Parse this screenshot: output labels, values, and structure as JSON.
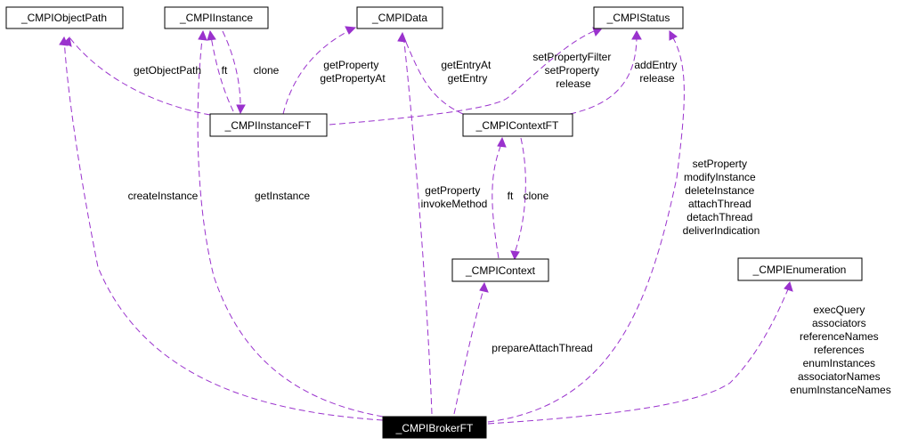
{
  "colors": {
    "edge": "#9a32cd",
    "node_border": "#000000",
    "root_fill": "#000000",
    "root_text": "#ffffff"
  },
  "nodes": {
    "objectpath": "_CMPIObjectPath",
    "instance": "_CMPIInstance",
    "data": "_CMPIData",
    "status": "_CMPIStatus",
    "instanceft": "_CMPIInstanceFT",
    "contextft": "_CMPIContextFT",
    "context": "_CMPIContext",
    "enumeration": "_CMPIEnumeration",
    "brokerft": "_CMPIBrokerFT"
  },
  "edges": {
    "getobjectpath": [
      "getObjectPath"
    ],
    "ft_instance": [
      "ft"
    ],
    "clone_instance": [
      "clone"
    ],
    "getproperty_data": [
      "getProperty",
      "getPropertyAt"
    ],
    "getentry_data": [
      "getEntryAt",
      "getEntry"
    ],
    "setproperty_status": [
      "setPropertyFilter",
      "setProperty",
      "release"
    ],
    "addentry_status": [
      "addEntry",
      "release"
    ],
    "createinstance": [
      "createInstance"
    ],
    "getinstance": [
      "getInstance"
    ],
    "getproperty_broker": [
      "getProperty",
      "invokeMethod"
    ],
    "ft_context": [
      "ft"
    ],
    "clone_context": [
      "clone"
    ],
    "broker_status": [
      "setProperty",
      "modifyInstance",
      "deleteInstance",
      "attachThread",
      "detachThread",
      "deliverIndication"
    ],
    "prepareattachthread": [
      "prepareAttachThread"
    ],
    "broker_enumeration": [
      "execQuery",
      "associators",
      "referenceNames",
      "references",
      "enumInstances",
      "associatorNames",
      "enumInstanceNames"
    ]
  }
}
